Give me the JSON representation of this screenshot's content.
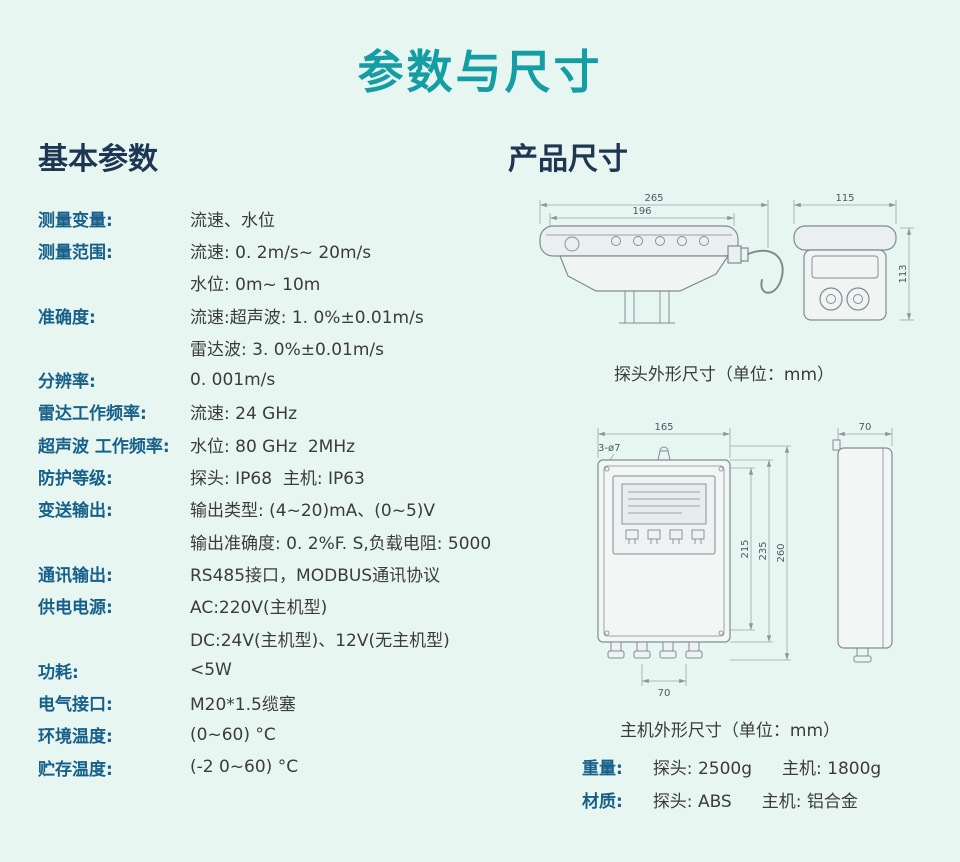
{
  "page": {
    "title": "参数与尺寸"
  },
  "basic_params": {
    "heading": "基本参数",
    "rows": [
      {
        "label": "测量变量:",
        "value": "流速、水位"
      },
      {
        "label": "测量范围:",
        "value": "流速: 0. 2m/s~ 20m/s"
      },
      {
        "label": "",
        "value": "水位: 0m~ 10m"
      },
      {
        "label": "准确度:",
        "value": "流速:超声波: 1. 0%±0.01m/s"
      },
      {
        "label": "",
        "value": "雷达波: 3. 0%±0.01m/s"
      },
      {
        "label": "分辨率:",
        "value": "0. 001m/s"
      },
      {
        "label": "雷达工作频率:",
        "value": "流速: 24 GHz"
      },
      {
        "label": "超声波 工作频率:",
        "value": "水位: 80 GHz  2MHz"
      },
      {
        "label": "防护等级:",
        "value": "探头: IP68  主机: IP63"
      },
      {
        "label": "变送输出:",
        "value": "输出类型: (4~20)mA、(0~5)V"
      },
      {
        "label": "",
        "value": "输出准确度: 0. 2%F. S,负载电阻: 5000"
      },
      {
        "label": "通讯输出:",
        "value": "RS485接口，MODBUS通讯协议"
      },
      {
        "label": "供电电源:",
        "value": "AC:220V(主机型)"
      },
      {
        "label": "",
        "value": "DC:24V(主机型)、12V(无主机型)"
      },
      {
        "label": "功耗:",
        "value": "<5W"
      },
      {
        "label": "电气接口:",
        "value": "M20*1.5缆塞"
      },
      {
        "label": "环境温度:",
        "value": "(0~60) °C"
      },
      {
        "label": "贮存温度:",
        "value": "(-2 0~60) °C"
      }
    ]
  },
  "product_size": {
    "heading": "产品尺寸",
    "probe": {
      "caption": "探头外形尺寸（单位：mm）",
      "dims": {
        "total_width": "265",
        "top_width": "196",
        "front_width": "115",
        "front_height": "113"
      }
    },
    "main_unit": {
      "caption": "主机外形尺寸（单位：mm）",
      "dims": {
        "width": "165",
        "holes": "3-ø7",
        "height_inner": "215",
        "height_body": "235",
        "height_total": "260",
        "hole_spacing": "70",
        "depth": "70"
      }
    },
    "weight": {
      "label": "重量:",
      "probe": "探头: 2500g",
      "main": "主机: 1800g"
    },
    "material": {
      "label": "材质:",
      "probe": "探头: ABS",
      "main": "主机: 铝合金"
    }
  }
}
